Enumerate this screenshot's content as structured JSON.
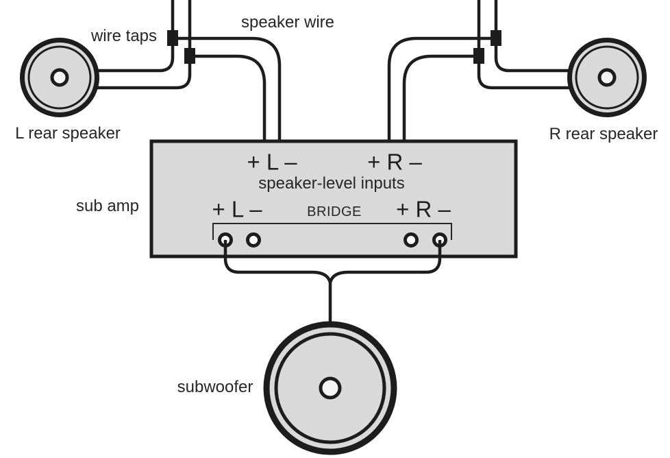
{
  "diagram": {
    "labels": {
      "wire_taps": "wire taps",
      "speaker_wire": "speaker wire",
      "l_rear_speaker": "L rear speaker",
      "r_rear_speaker": "R rear speaker",
      "sub_amp": "sub amp",
      "subwoofer": "subwoofer"
    },
    "amp": {
      "input_l": "+ L –",
      "input_r": "+ R –",
      "inputs_caption": "speaker-level inputs",
      "output_l": "+ L –",
      "output_r": "+ R –",
      "bridge": "BRIDGE"
    },
    "colors": {
      "wire": "#1d1d1d",
      "component_fill": "#d9d9d9",
      "terminal_hole": "#f5f5f5",
      "text": "#262626",
      "background": "#ffffff"
    }
  }
}
